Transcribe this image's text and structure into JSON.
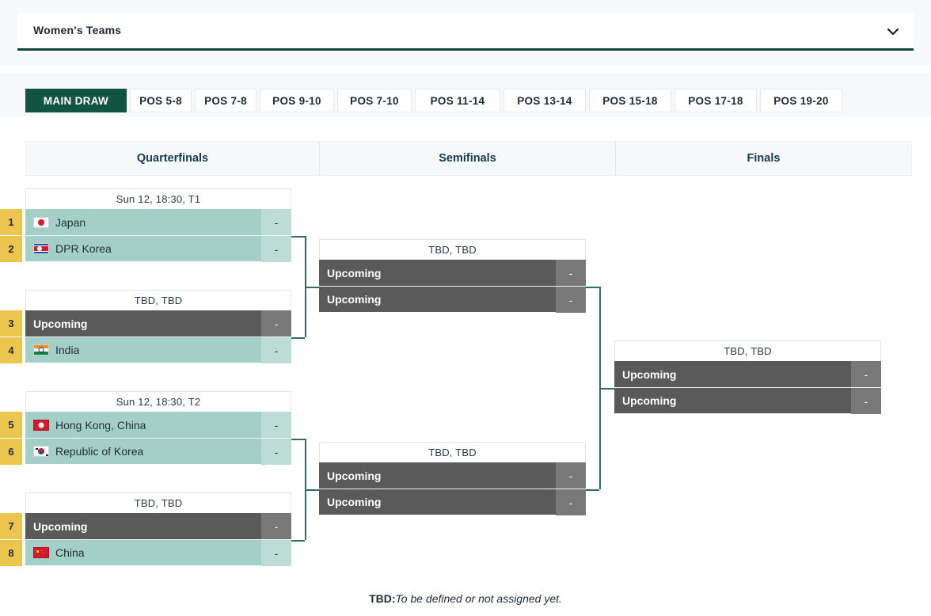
{
  "selector": {
    "label": "Women's Teams",
    "chevron_icon": "chevron-down-icon",
    "accent_color": "#12483a"
  },
  "tabs": [
    {
      "label": "MAIN DRAW",
      "active": true
    },
    {
      "label": "POS 5-8",
      "active": false
    },
    {
      "label": "POS 7-8",
      "active": false
    },
    {
      "label": "POS 9-10",
      "active": false
    },
    {
      "label": "POS 7-10",
      "active": false
    },
    {
      "label": "POS 11-14",
      "active": false
    },
    {
      "label": "POS 13-14",
      "active": false
    },
    {
      "label": "POS 15-18",
      "active": false
    },
    {
      "label": "POS 17-18",
      "active": false
    },
    {
      "label": "POS 19-20",
      "active": false
    }
  ],
  "rounds": [
    {
      "label": "Quarterfinals"
    },
    {
      "label": "Semifinals"
    },
    {
      "label": "Finals"
    }
  ],
  "colors": {
    "teal_row": "#a4cfc6",
    "dark_row": "#5a5a5a",
    "seed_box": "#ecc54e",
    "active_tab": "#125442",
    "connector": "#2f6f66"
  },
  "quarterfinals": [
    {
      "header": "Sun 12, 18:30, T1",
      "rows": [
        {
          "seed": "1",
          "team": "Japan",
          "flag": "flag-japan",
          "score": "-",
          "state": "teal"
        },
        {
          "seed": "2",
          "team": "DPR Korea",
          "flag": "flag-dpr-korea",
          "score": "-",
          "state": "teal"
        }
      ]
    },
    {
      "header": "TBD, TBD",
      "rows": [
        {
          "seed": "3",
          "team": "Upcoming",
          "flag": null,
          "score": "-",
          "state": "dark"
        },
        {
          "seed": "4",
          "team": "India",
          "flag": "flag-india",
          "score": "-",
          "state": "teal"
        }
      ]
    },
    {
      "header": "Sun 12, 18:30, T2",
      "rows": [
        {
          "seed": "5",
          "team": "Hong Kong, China",
          "flag": "flag-hong-kong",
          "score": "-",
          "state": "teal"
        },
        {
          "seed": "6",
          "team": "Republic of Korea",
          "flag": "flag-republic-of-korea",
          "score": "-",
          "state": "teal"
        }
      ]
    },
    {
      "header": "TBD, TBD",
      "rows": [
        {
          "seed": "7",
          "team": "Upcoming",
          "flag": null,
          "score": "-",
          "state": "dark"
        },
        {
          "seed": "8",
          "team": "China",
          "flag": "flag-china",
          "score": "-",
          "state": "teal"
        }
      ]
    }
  ],
  "semifinals": [
    {
      "header": "TBD, TBD",
      "rows": [
        {
          "seed": null,
          "team": "Upcoming",
          "flag": null,
          "score": "-",
          "state": "dark"
        },
        {
          "seed": null,
          "team": "Upcoming",
          "flag": null,
          "score": "-",
          "state": "dark"
        }
      ]
    },
    {
      "header": "TBD, TBD",
      "rows": [
        {
          "seed": null,
          "team": "Upcoming",
          "flag": null,
          "score": "-",
          "state": "dark"
        },
        {
          "seed": null,
          "team": "Upcoming",
          "flag": null,
          "score": "-",
          "state": "dark"
        }
      ]
    }
  ],
  "finals": [
    {
      "header": "TBD, TBD",
      "rows": [
        {
          "seed": null,
          "team": "Upcoming",
          "flag": null,
          "score": "-",
          "state": "dark"
        },
        {
          "seed": null,
          "team": "Upcoming",
          "flag": null,
          "score": "-",
          "state": "dark"
        }
      ]
    }
  ],
  "footer": {
    "abbr": "TBD:",
    "note": "To be defined or not assigned yet."
  }
}
